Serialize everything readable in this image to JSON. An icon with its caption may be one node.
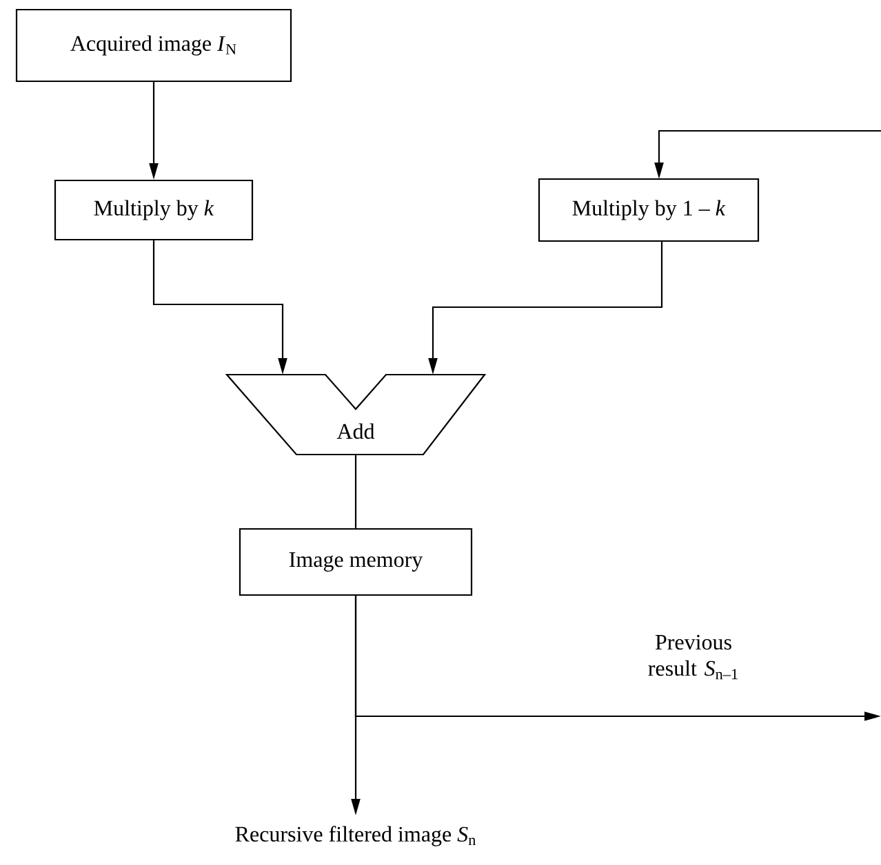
{
  "diagram": {
    "nodes": [
      {
        "text": [
          "Acquired image *I*$_{N}$"
        ]
      },
      {
        "text": [
          "Multiply by *k*"
        ]
      },
      {
        "text": [
          "Multiply by 1 – *k*"
        ]
      },
      {
        "text": [
          "Add"
        ]
      },
      {
        "text": [
          "Image memory"
        ]
      },
      {
        "text": [
          "Recursive filtered image *S*$_{n}$"
        ]
      }
    ],
    "edges": [
      {
        "from": 0,
        "to": 1,
        "arrow": "to"
      },
      {
        "from": 1,
        "to": 3,
        "arrow": "to"
      },
      {
        "from": 2,
        "to": 3,
        "arrow": "to"
      },
      {
        "from": 3,
        "to": 4,
        "arrow": "none"
      },
      {
        "from": 4,
        "to": 5,
        "arrow": "to"
      },
      {
        "from": 4,
        "to": null,
        "arrow": "to",
        "label": "Previous result *S*$_{n–1}$"
      },
      {
        "from": null,
        "to": 2,
        "arrow": "to"
      }
    ]
  }
}
